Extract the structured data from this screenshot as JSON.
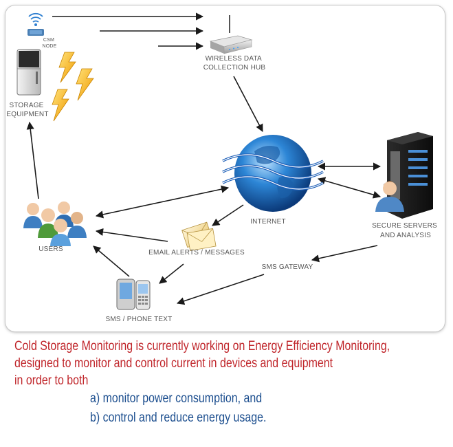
{
  "nodes": {
    "csm_node": "CSM\nNODE",
    "storage_equipment": "STORAGE\nEQUIPMENT",
    "wireless_hub": "WIRELESS DATA\nCOLLECTION HUB",
    "internet": "INTERNET",
    "secure_servers": "SECURE SERVERS\nAND ANALYSIS",
    "users": "USERS",
    "email_alerts": "EMAIL ALERTS / MESSAGES",
    "sms_gateway": "SMS GATEWAY",
    "sms_phone": "SMS / PHONE TEXT"
  },
  "caption": {
    "lines": [
      "Cold Storage Monitoring is currently working on Energy Efficiency Monitoring,",
      "designed to monitor and control current in devices and equipment",
      "in order to both"
    ],
    "items": [
      "a) monitor power consumption, and",
      "b) control and reduce energy usage."
    ]
  },
  "colors": {
    "caption_text": "#c0262b",
    "caption_items": "#1d4f8f",
    "arrows": "#1a1a1a",
    "labels": "#555555",
    "lightning": "#f2a900"
  },
  "icons": {
    "csm_node": "wifi-antenna-icon",
    "storage_equipment": "refrigerator-icon",
    "power": "lightning-bolt-icon",
    "wireless_hub": "wireless-router-icon",
    "internet": "globe-icon",
    "secure_servers": "server-rack-icon",
    "users": "user-group-icon",
    "email_alerts": "envelope-icon",
    "sms_phone": "mobile-phone-icon"
  }
}
